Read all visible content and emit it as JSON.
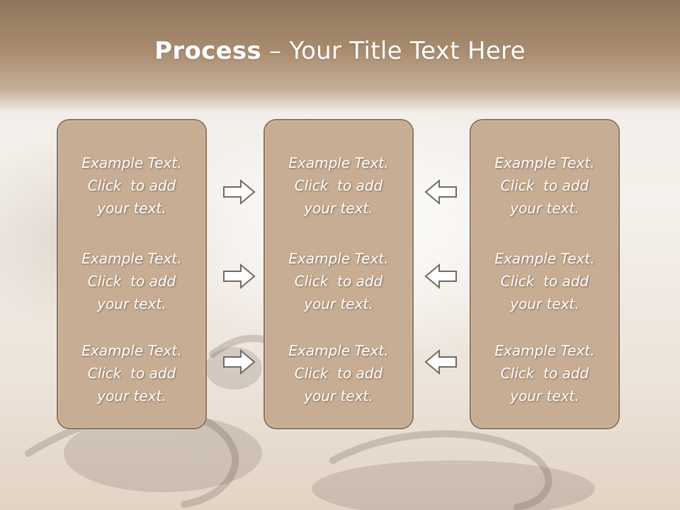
{
  "title": {
    "bold": "Process",
    "rest": " – Your Title Text Here"
  },
  "columns": [
    {
      "items": [
        {
          "line1": "Example Text.",
          "line2": "Click  to add",
          "line3": "your text."
        },
        {
          "line1": "Example Text.",
          "line2": "Click  to add",
          "line3": "your text."
        },
        {
          "line1": "Example Text.",
          "line2": "Click  to add",
          "line3": "your text."
        }
      ]
    },
    {
      "items": [
        {
          "line1": "Example Text.",
          "line2": "Click  to add",
          "line3": "your text."
        },
        {
          "line1": "Example Text.",
          "line2": "Click  to add",
          "line3": "your text."
        },
        {
          "line1": "Example Text.",
          "line2": "Click  to add",
          "line3": "your text."
        }
      ]
    },
    {
      "items": [
        {
          "line1": "Example Text.",
          "line2": "Click  to add",
          "line3": "your text."
        },
        {
          "line1": "Example Text.",
          "line2": "Click  to add",
          "line3": "your text."
        },
        {
          "line1": "Example Text.",
          "line2": "Click  to add",
          "line3": "your text."
        }
      ]
    }
  ],
  "arrows": {
    "left_group": [
      "arrow-right-icon",
      "arrow-right-icon",
      "arrow-right-icon"
    ],
    "right_group": [
      "arrow-left-icon",
      "arrow-left-icon",
      "arrow-left-icon"
    ]
  },
  "colors": {
    "title_band": "#a98c6f",
    "box_fill": "#c7ad93",
    "box_border": "#8b7560",
    "text": "#ffffff",
    "arrow_stroke": "#6e6a66"
  }
}
